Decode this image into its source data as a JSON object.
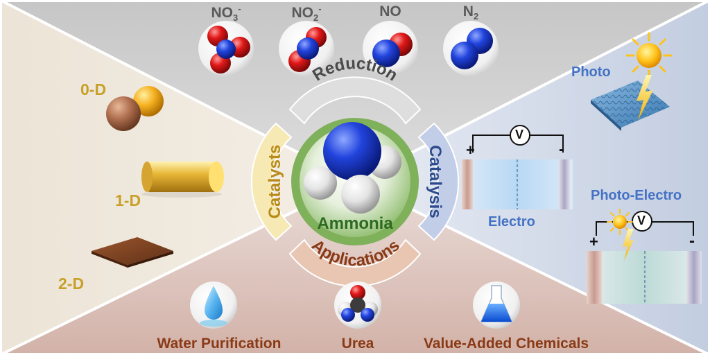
{
  "molecules": [
    {
      "label": "NO",
      "sub": "3",
      "sup": "-"
    },
    {
      "label": "NO",
      "sub": "2",
      "sup": "-"
    },
    {
      "label": "NO",
      "sub": "",
      "sup": ""
    },
    {
      "label": "N",
      "sub": "2",
      "sup": ""
    }
  ],
  "center": {
    "label": "Ammonia"
  },
  "ring": {
    "top": "Reduction",
    "left": "Catalysts",
    "right": "Catalysis",
    "bottom": "Applications"
  },
  "dimensions": [
    {
      "label": "0-D"
    },
    {
      "label": "1-D"
    },
    {
      "label": "2-D"
    }
  ],
  "catalysis_modes": {
    "photo": "Photo",
    "electro": "Electro",
    "photo_electro": "Photo-Electro",
    "voltmeter": "V",
    "plus": "+",
    "minus": "-"
  },
  "applications": [
    {
      "label": "Water Purification"
    },
    {
      "label": "Urea"
    },
    {
      "label": "Value-Added Chemicals"
    }
  ],
  "colors": {
    "nitrogen_atom": "#2244dd",
    "oxygen_atom": "#e01818",
    "hydrogen_atom": "#e8e8e8",
    "ring_green": "#7fb05a",
    "label_gold": "#c8a028",
    "label_brown": "#8a3a16",
    "label_blue": "#4472c4"
  }
}
